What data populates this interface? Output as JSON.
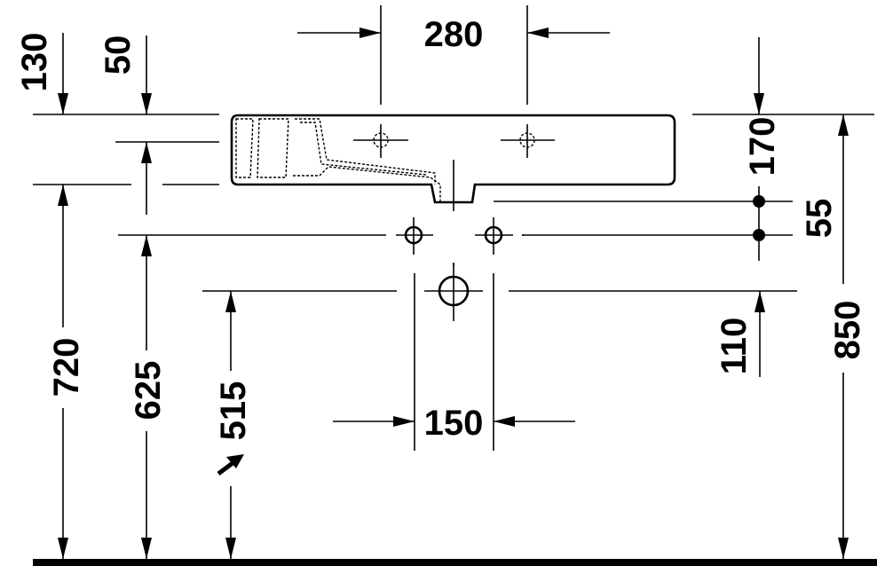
{
  "diagram": {
    "type": "washbasin installation dimension drawing",
    "units": "mm",
    "colors": {
      "line": "#000000",
      "background": "#ffffff"
    },
    "dimensions": {
      "tap_hole_spacing": "280",
      "waste_outlet_spacing": "150",
      "top_to_overflow_left": "130",
      "basin_top_offset": "50",
      "basin_height_right": "170",
      "supply_spacing": "55",
      "drain_offset": "110",
      "height_basin_underside": "720",
      "height_supply": "625",
      "height_drain": "515",
      "overall_height": "850"
    },
    "annotations": {
      "direction_arrow": "diagonal-arrow-icon"
    }
  }
}
